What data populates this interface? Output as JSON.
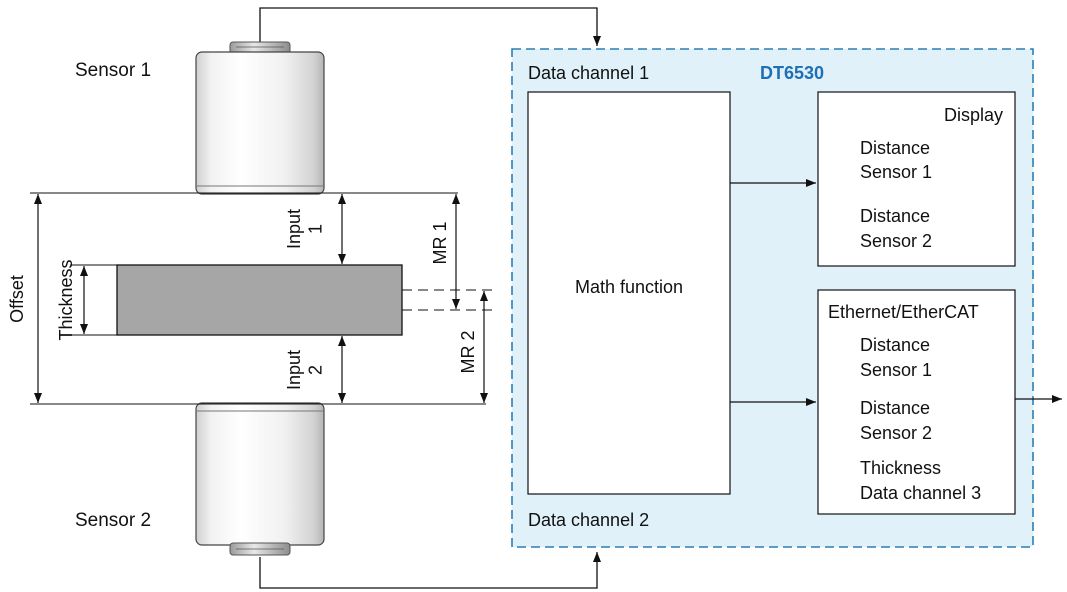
{
  "colors": {
    "controller_fill": "#e1f1f9",
    "controller_border": "#2b7fb5",
    "controller_name": "#1f6fb4",
    "target_fill": "#a6a6a6",
    "line": "#111111"
  },
  "sensors": {
    "sensor1_label": "Sensor 1",
    "sensor2_label": "Sensor 2"
  },
  "measurement": {
    "offset_label": "Offset",
    "thickness_label": "Thickness",
    "input1_label": "Input\n1",
    "input2_label": "Input\n2",
    "mr1_label": "MR 1",
    "mr2_label": "MR 2"
  },
  "controller": {
    "name": "DT6530",
    "data_channel_1": "Data channel 1",
    "data_channel_2": "Data channel 2",
    "math_function": "Math function",
    "display": {
      "title": "Display",
      "items": [
        {
          "line1": "Distance",
          "line2": "Sensor 1"
        },
        {
          "line1": "Distance",
          "line2": "Sensor 2"
        }
      ]
    },
    "ethernet": {
      "title": "Ethernet/EtherCAT",
      "items": [
        {
          "line1": "Distance",
          "line2": "Sensor 1"
        },
        {
          "line1": "Distance",
          "line2": "Sensor 2"
        },
        {
          "line1": "Thickness",
          "line2": "Data channel 3"
        }
      ]
    }
  }
}
